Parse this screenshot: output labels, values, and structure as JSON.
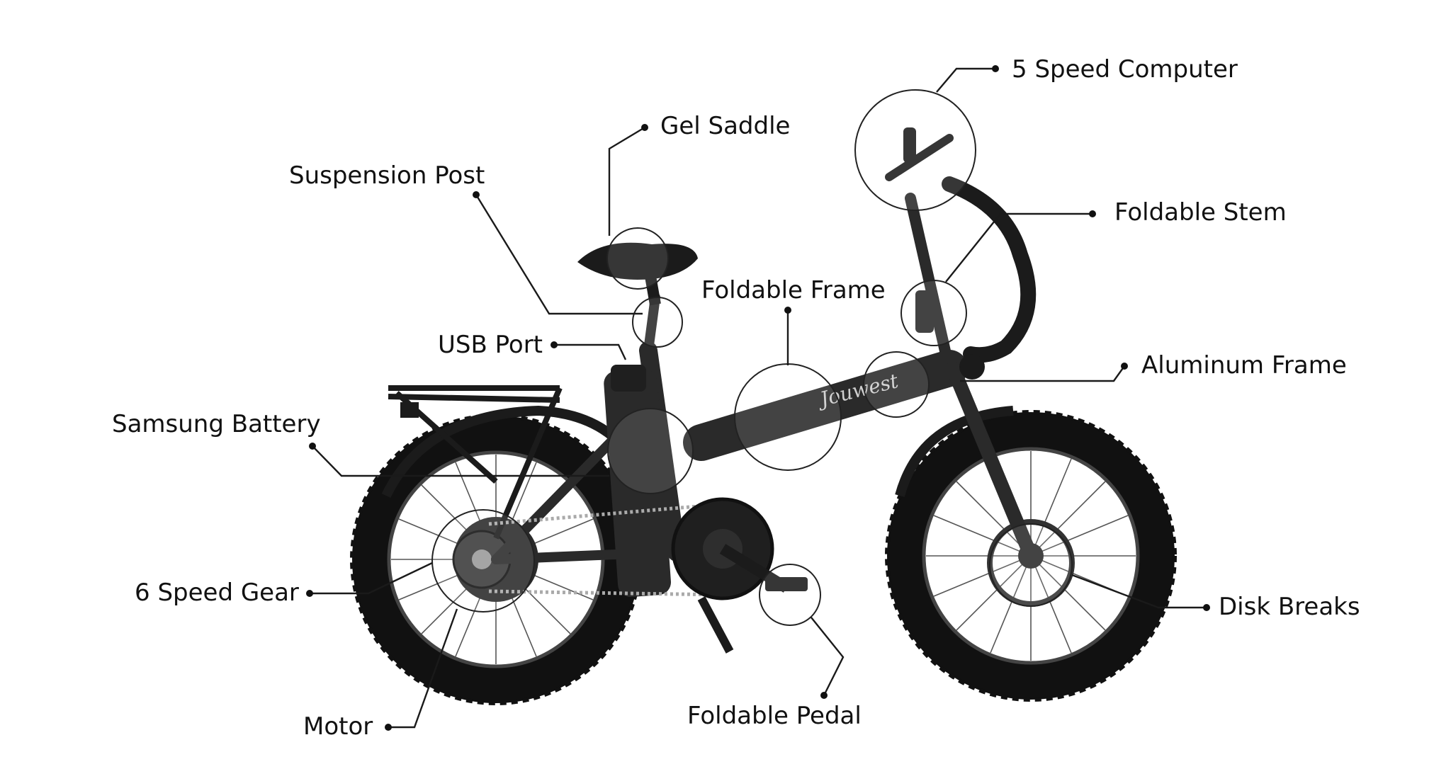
{
  "labels": {
    "speed_computer": "5 Speed Computer",
    "gel_saddle": "Gel Saddle",
    "suspension_post": "Suspension Post",
    "foldable_stem": "Foldable Stem",
    "foldable_frame": "Foldable Frame",
    "usb_port": "USB Port",
    "aluminum_frame": "Aluminum Frame",
    "samsung_battery": "Samsung Battery",
    "speed_gear": "6 Speed Gear",
    "disk_breaks": "Disk Breaks",
    "motor": "Motor",
    "foldable_pedal": "Foldable Pedal"
  },
  "frame_text": "Jouwest",
  "colors": {
    "bike": "#1b1b1b",
    "tire": "#111111",
    "frame": "#2a2a2a",
    "label": "#111111"
  }
}
